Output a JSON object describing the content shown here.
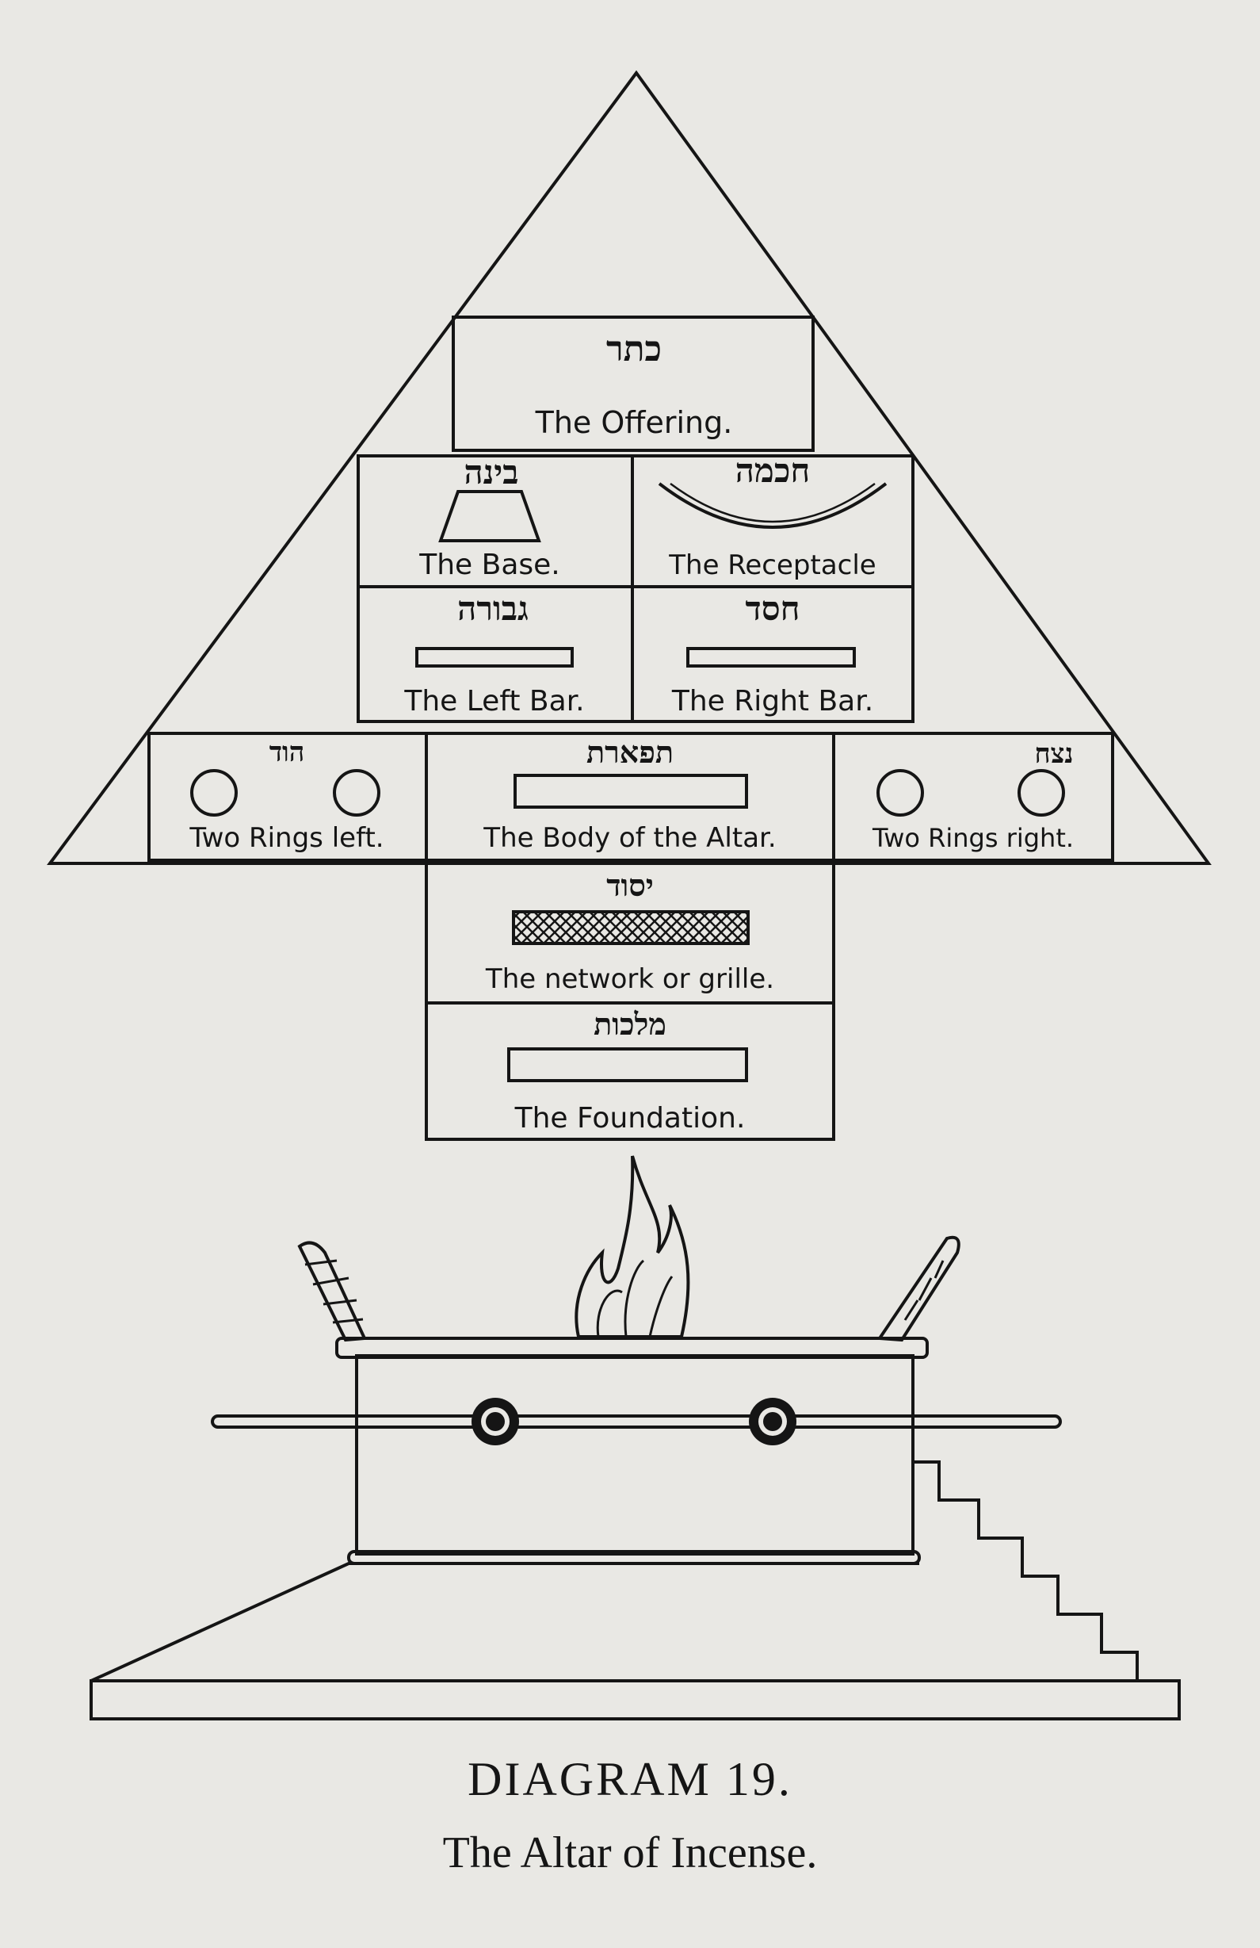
{
  "cells": {
    "keter": {
      "hebrew": "כתר",
      "label": "The Offering."
    },
    "binah": {
      "hebrew": "בינה",
      "label": "The Base."
    },
    "chokmah": {
      "hebrew": "חכמה",
      "label": "The Receptacle"
    },
    "geburah": {
      "hebrew": "גבורה",
      "label": "The Left Bar."
    },
    "chesed": {
      "hebrew": "חסד",
      "label": "The Right Bar."
    },
    "hod": {
      "hebrew": "הוד",
      "label": "Two Rings left."
    },
    "tiphareth": {
      "hebrew": "תפארת",
      "label": "The Body of the Altar."
    },
    "netzach": {
      "hebrew": "נצח",
      "label": "Two Rings right."
    },
    "yesod": {
      "hebrew": "יסוד",
      "label": "The network or grille."
    },
    "malkuth": {
      "hebrew": "מלכות",
      "label": "The Foundation."
    }
  },
  "caption": {
    "title": "DIAGRAM 19.",
    "subtitle": "The Altar of Incense."
  }
}
